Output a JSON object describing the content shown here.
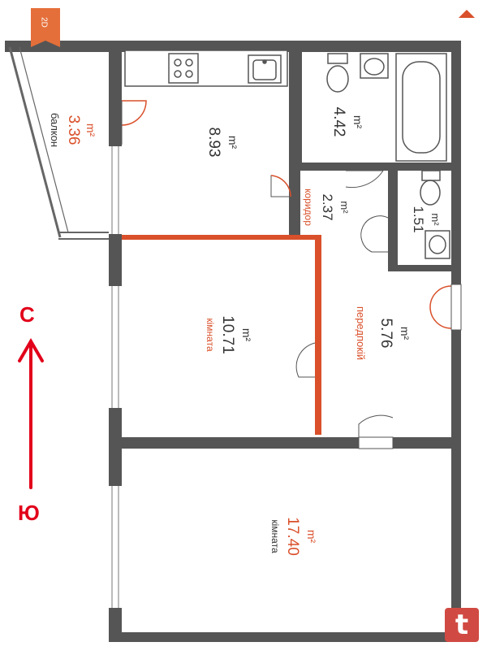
{
  "view_mode": {
    "label": "2D"
  },
  "rooms": {
    "balcony": {
      "name": "балкон",
      "area": "3.36",
      "unit": "m²"
    },
    "kitchen": {
      "area": "8.93",
      "unit": "m²"
    },
    "bathroom": {
      "area": "4.42",
      "unit": "m²"
    },
    "corridor": {
      "name": "коридор",
      "area": "2.37",
      "unit": "m²"
    },
    "toilet": {
      "area": "1.51",
      "unit": "m²"
    },
    "room_small": {
      "name": "кімната",
      "area": "10.71",
      "unit": "m²"
    },
    "hallway": {
      "name": "передпокій",
      "area": "5.76",
      "unit": "m²"
    },
    "room_large": {
      "name": "кімната",
      "area": "17.40",
      "unit": "m²"
    }
  },
  "compass": {
    "north": "С",
    "south": "Ю"
  },
  "brand": {
    "logo_letter": "t"
  },
  "colors": {
    "wall": "#555555",
    "accent": "#d9502a",
    "compass": "#e2001a",
    "brand": "#d04a43"
  }
}
